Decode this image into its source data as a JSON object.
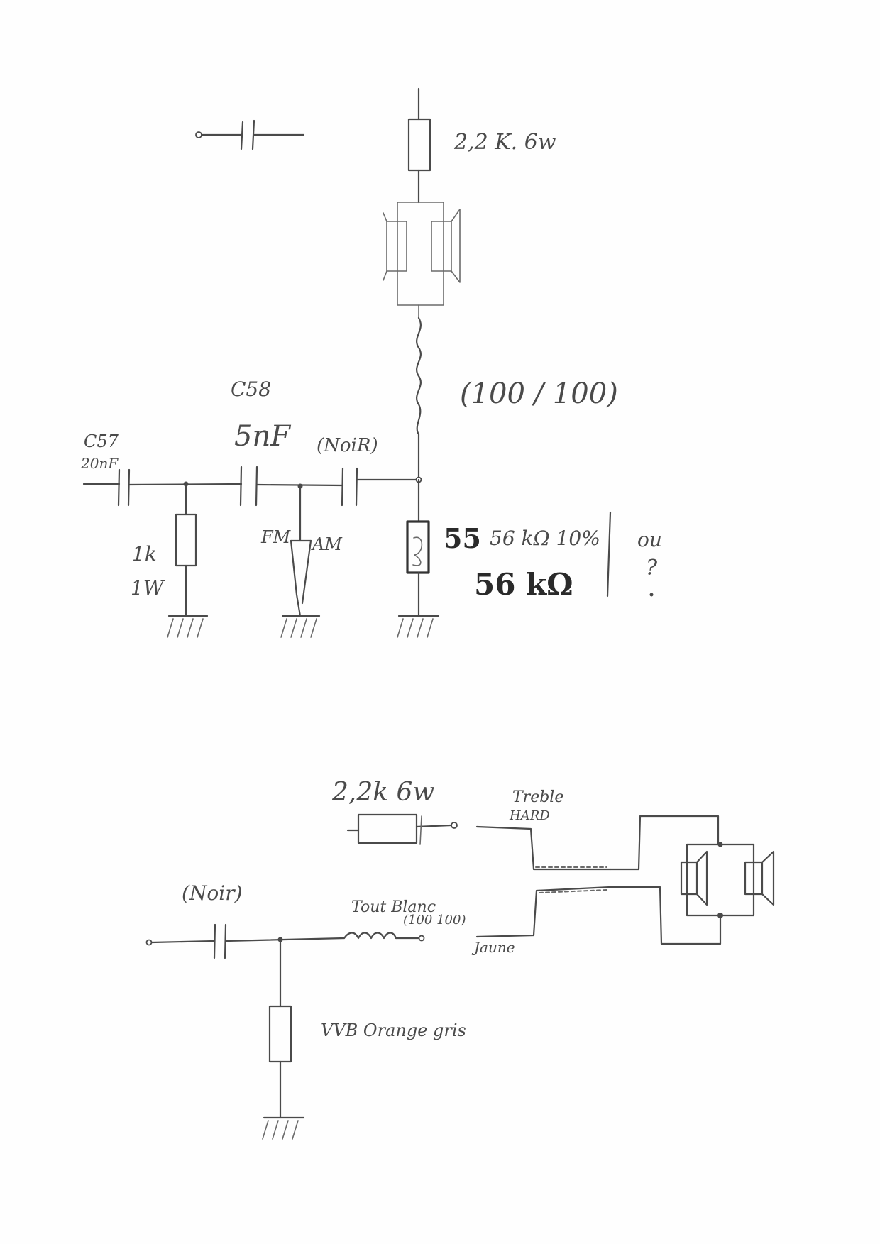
{
  "colors": {
    "paper": "#fefefe",
    "ink": "#4a4a4a",
    "ink_dark": "#2a2a2a"
  },
  "top_schematic": {
    "resistor_top": "2,2 K. 6w",
    "coil_spec": "(100 / 100)",
    "c58_ref": "C58",
    "c58_value": "5nF",
    "noir_cap": "(NoiR)",
    "c57_ref": "C57",
    "c57_value": "20nF",
    "res_1k_value": "1k",
    "res_1k_power": "1W",
    "switch_fm": "FM",
    "switch_am": "AM",
    "res_56_struck": "55",
    "res_56_line1": "56 kΩ 10%",
    "res_56_line2": "56 kΩ",
    "or_text": "ou",
    "question": "?"
  },
  "bottom_schematic": {
    "resistor_label": "2,2k 6w",
    "treble_label": "Treble",
    "treble_sub": "HARD",
    "noir_label": "(Noir)",
    "coil_label": "Tout Blanc",
    "coil_spec": "(100 100)",
    "wire_label": "Jaune",
    "resistor_colors": "VVB Orange gris"
  }
}
